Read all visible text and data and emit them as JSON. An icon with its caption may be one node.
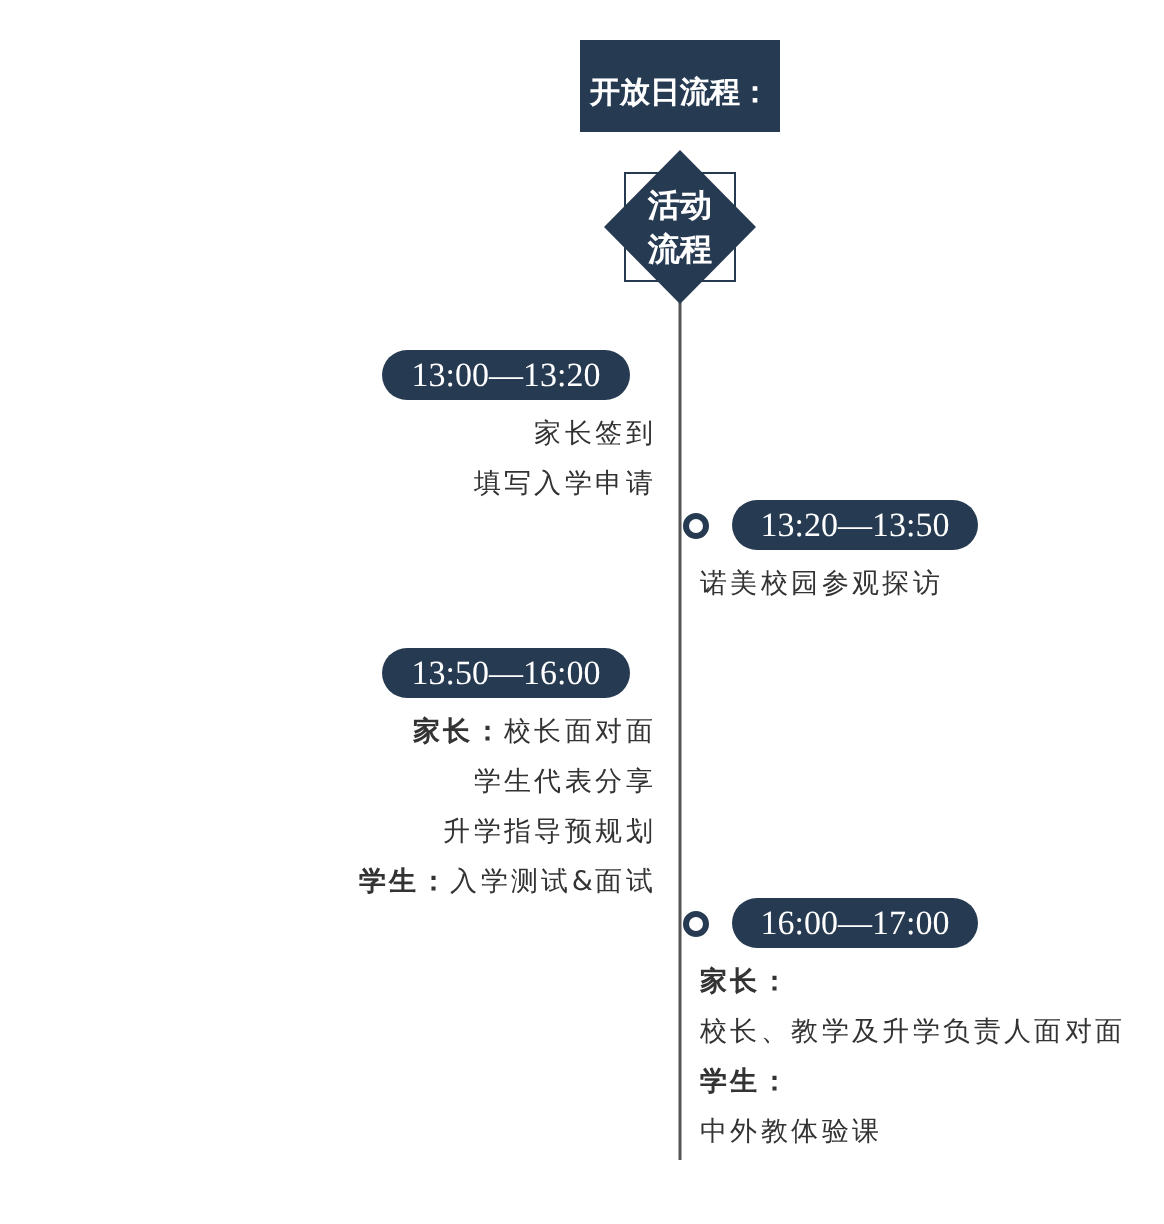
{
  "diagram": {
    "nodes": [
      {
        "text": [
          "开放日流程："
        ]
      },
      {
        "text": [
          "活动流程"
        ]
      },
      {
        "text": [
          "13:00—13:20"
        ],
        "beside": [
          "家长签到",
          "填写入学申请"
        ]
      },
      {
        "text": [
          "13:20—13:50"
        ],
        "beside": [
          "诺美校园参观探访"
        ]
      },
      {
        "text": [
          "13:50—16:00"
        ],
        "beside": [
          "**家长：**校长面对面",
          "学生代表分享",
          "升学指导预规划",
          "**学生：**入学测试&面试"
        ]
      },
      {
        "text": [
          "16:00—17:00"
        ],
        "beside": [
          "家长：",
          "校长、教学及升学负责人面对面",
          "学生：",
          "中外教体验课"
        ]
      }
    ]
  }
}
